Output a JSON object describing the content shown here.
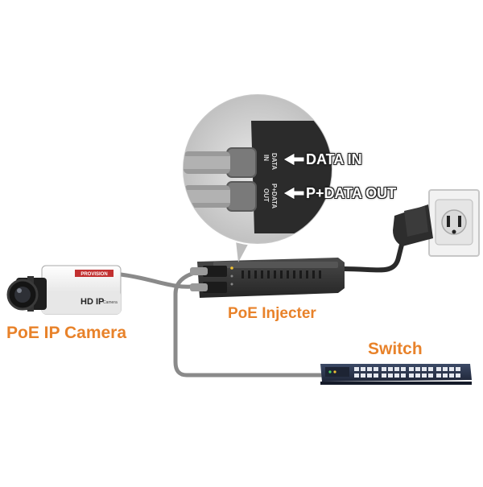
{
  "labels": {
    "camera": "PoE IP Camera",
    "injector": "PoE Injecter",
    "switch": "Switch"
  },
  "callouts": {
    "data_in": "DATA IN",
    "data_out": "P+DATA OUT"
  },
  "port_labels": {
    "top_line1": "DATA",
    "top_line2": "IN",
    "bottom_line1": "P+DATA",
    "bottom_line2": "OUT"
  },
  "camera_body": {
    "brand": "PROVISION",
    "model": "HD IP",
    "model_suffix": "Camera"
  },
  "colors": {
    "label_orange": "#e8822a",
    "cable_gray": "#8a8a8a",
    "device_dark": "#2e2e2e"
  }
}
